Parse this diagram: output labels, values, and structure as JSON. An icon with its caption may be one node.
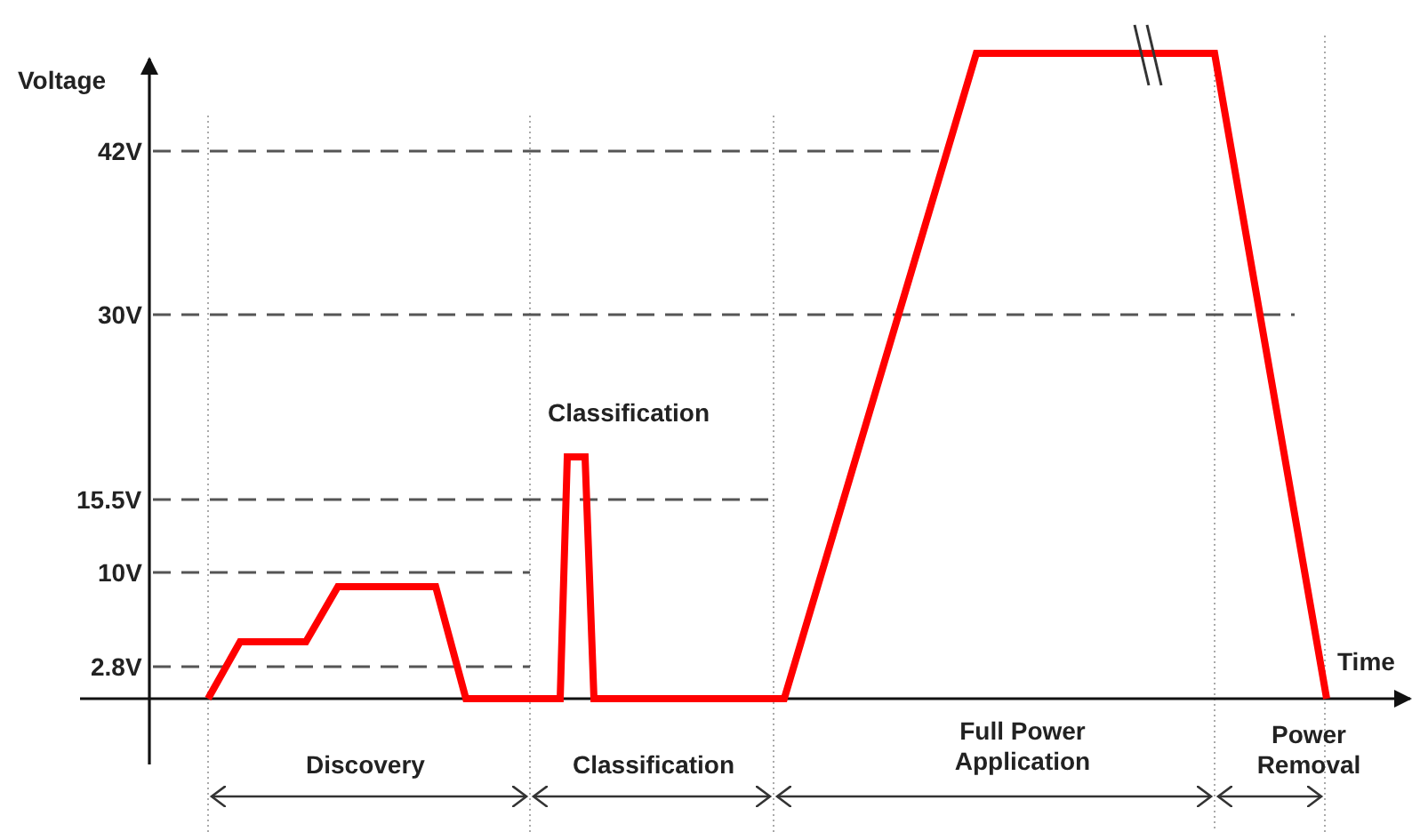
{
  "diagram": {
    "labels": [
      "Voltage",
      "42V",
      "30V",
      "Classification",
      "15.5V",
      "10V",
      "2.8V",
      "Time",
      "Full Power Application",
      "Power Removal",
      "Discovery",
      "Classification"
    ]
  }
}
